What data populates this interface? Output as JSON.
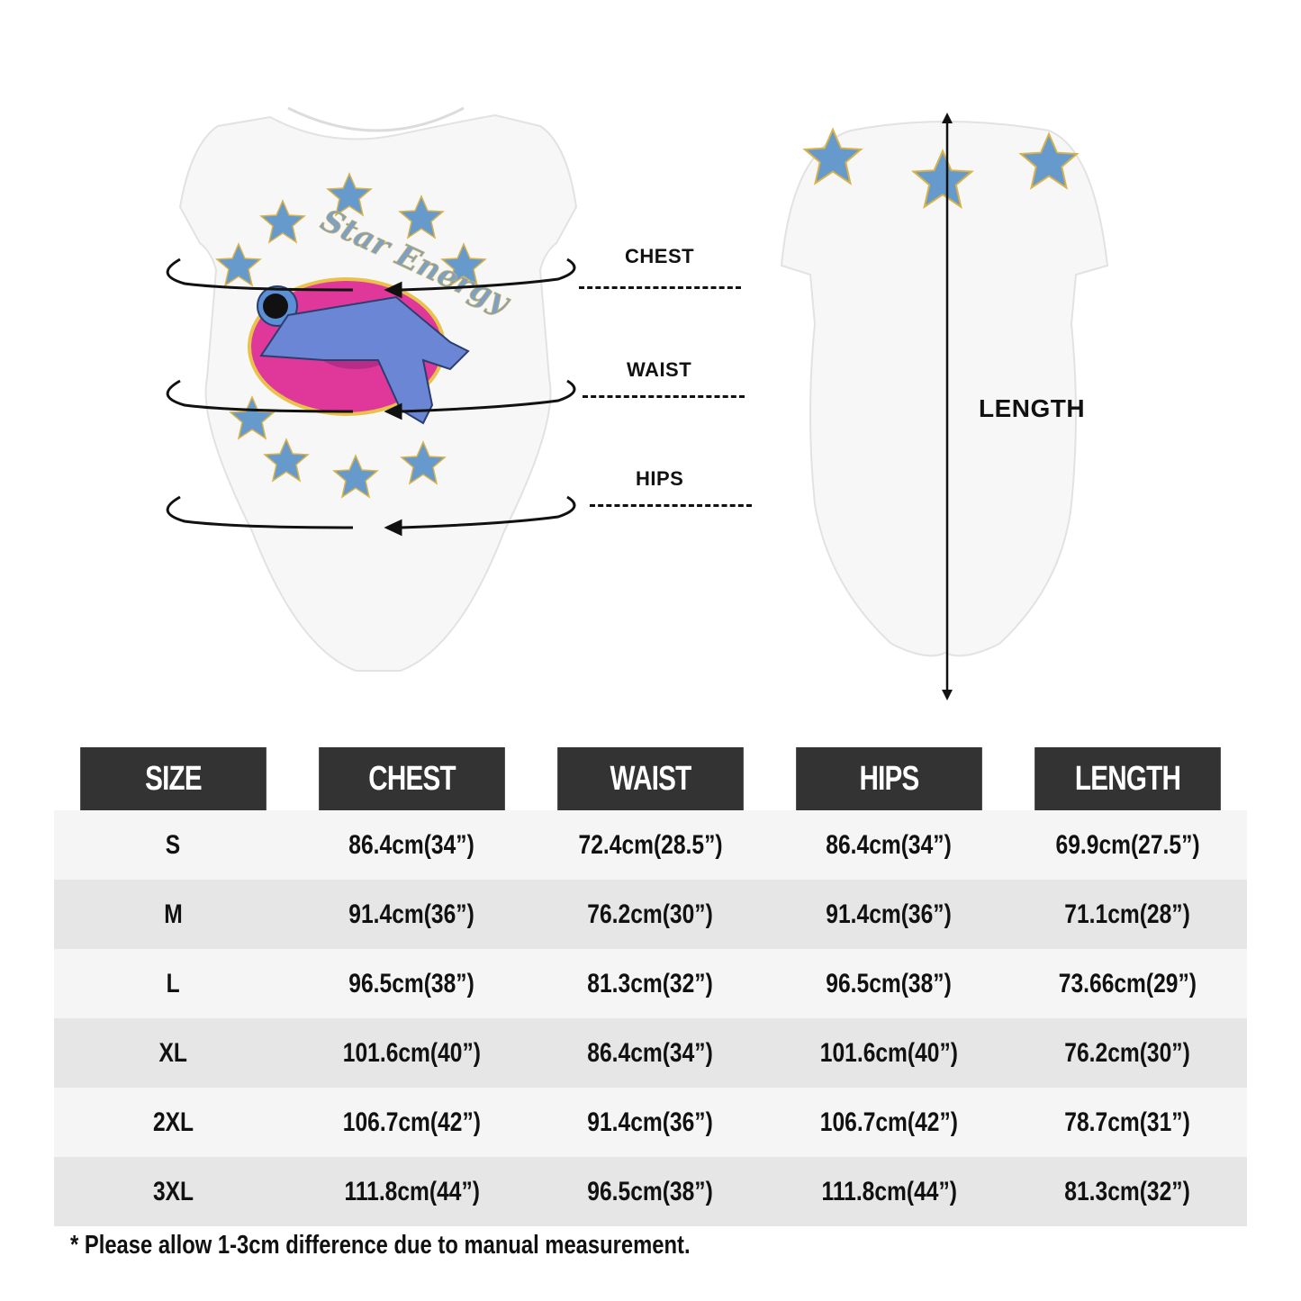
{
  "diagram": {
    "front_labels": {
      "chest": "CHEST",
      "waist": "WAIST",
      "hips": "HIPS"
    },
    "back_label": "LENGTH",
    "print_text": "Star Energy",
    "colors": {
      "star_fill": "#6699cc",
      "star_outline": "#d8b24a",
      "ring_pink": "#e0389a",
      "astronaut_blue": "#5b8fd6"
    }
  },
  "table": {
    "headers": [
      "SIZE",
      "CHEST",
      "WAIST",
      "HIPS",
      "LENGTH"
    ],
    "rows": [
      [
        "S",
        "86.4cm(34”)",
        "72.4cm(28.5”)",
        "86.4cm(34”)",
        "69.9cm(27.5”)"
      ],
      [
        "M",
        "91.4cm(36”)",
        "76.2cm(30”)",
        "91.4cm(36”)",
        "71.1cm(28”)"
      ],
      [
        "L",
        "96.5cm(38”)",
        "81.3cm(32”)",
        "96.5cm(38”)",
        "73.66cm(29”)"
      ],
      [
        "XL",
        "101.6cm(40”)",
        "86.4cm(34”)",
        "101.6cm(40”)",
        "76.2cm(30”)"
      ],
      [
        "2XL",
        "106.7cm(42”)",
        "91.4cm(36”)",
        "106.7cm(42”)",
        "78.7cm(31”)"
      ],
      [
        "3XL",
        "111.8cm(44”)",
        "96.5cm(38”)",
        "111.8cm(44”)",
        "81.3cm(32”)"
      ]
    ],
    "header_bg": "#333333",
    "row_bg_light": "#f5f5f5",
    "row_bg_dark": "#e6e6e6"
  },
  "footnote": "* Please allow 1-3cm difference due to manual measurement."
}
